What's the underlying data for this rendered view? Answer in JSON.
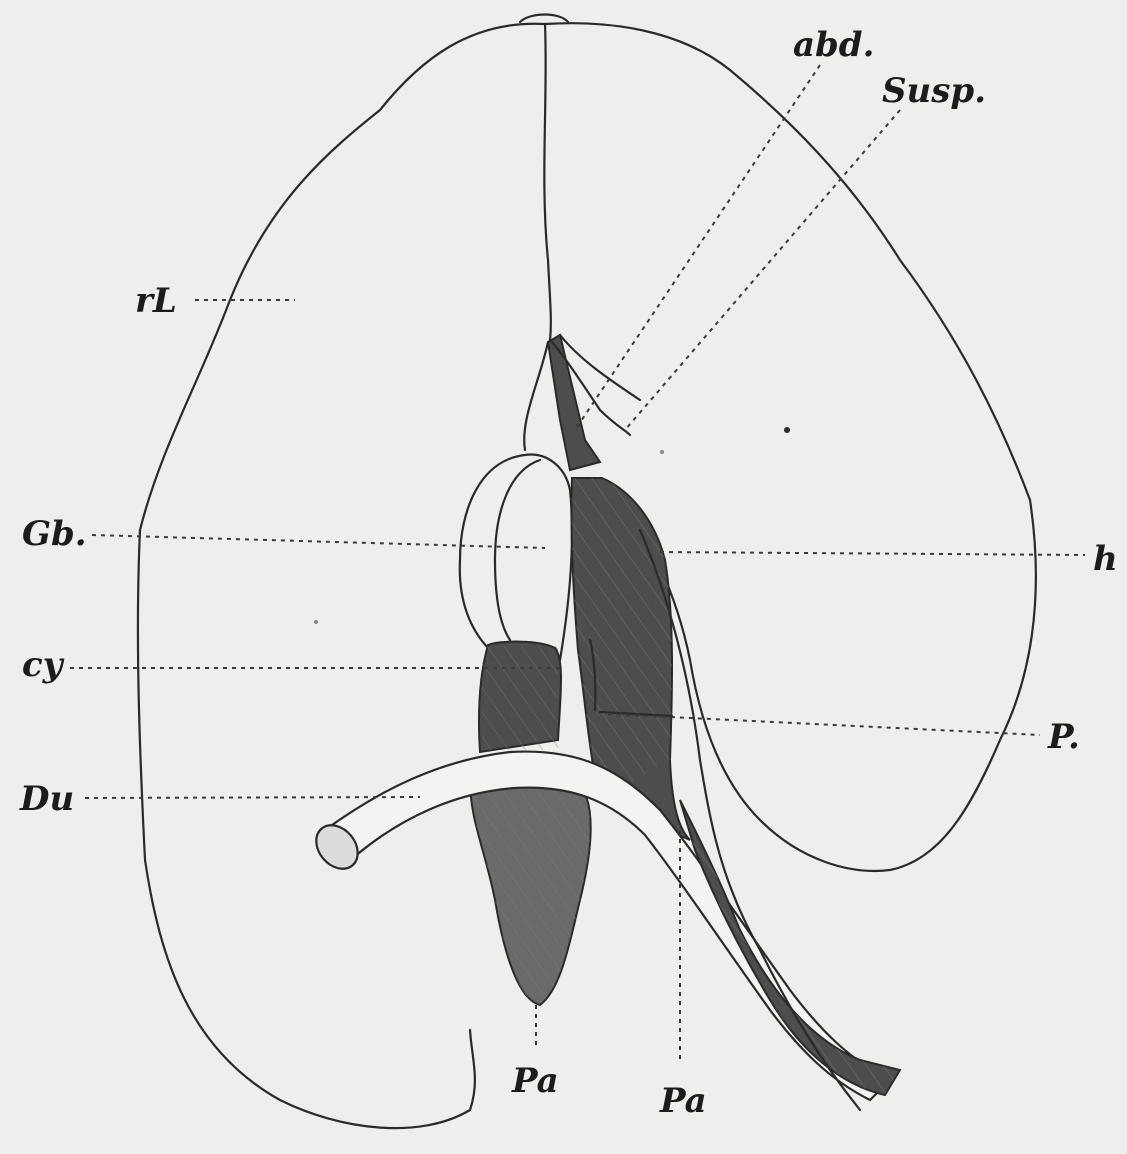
{
  "labels": {
    "abd": "abd.",
    "susp": "Susp.",
    "rl": "rL",
    "gb": "Gb.",
    "h": "h",
    "cy": "cy",
    "p": "P.",
    "du": "Du",
    "pa_left": "Pa",
    "pa_right": "Pa"
  },
  "colors": {
    "background": "#eeeeec",
    "ink": "#2a2a2a",
    "shading": "#4d4d4d"
  }
}
